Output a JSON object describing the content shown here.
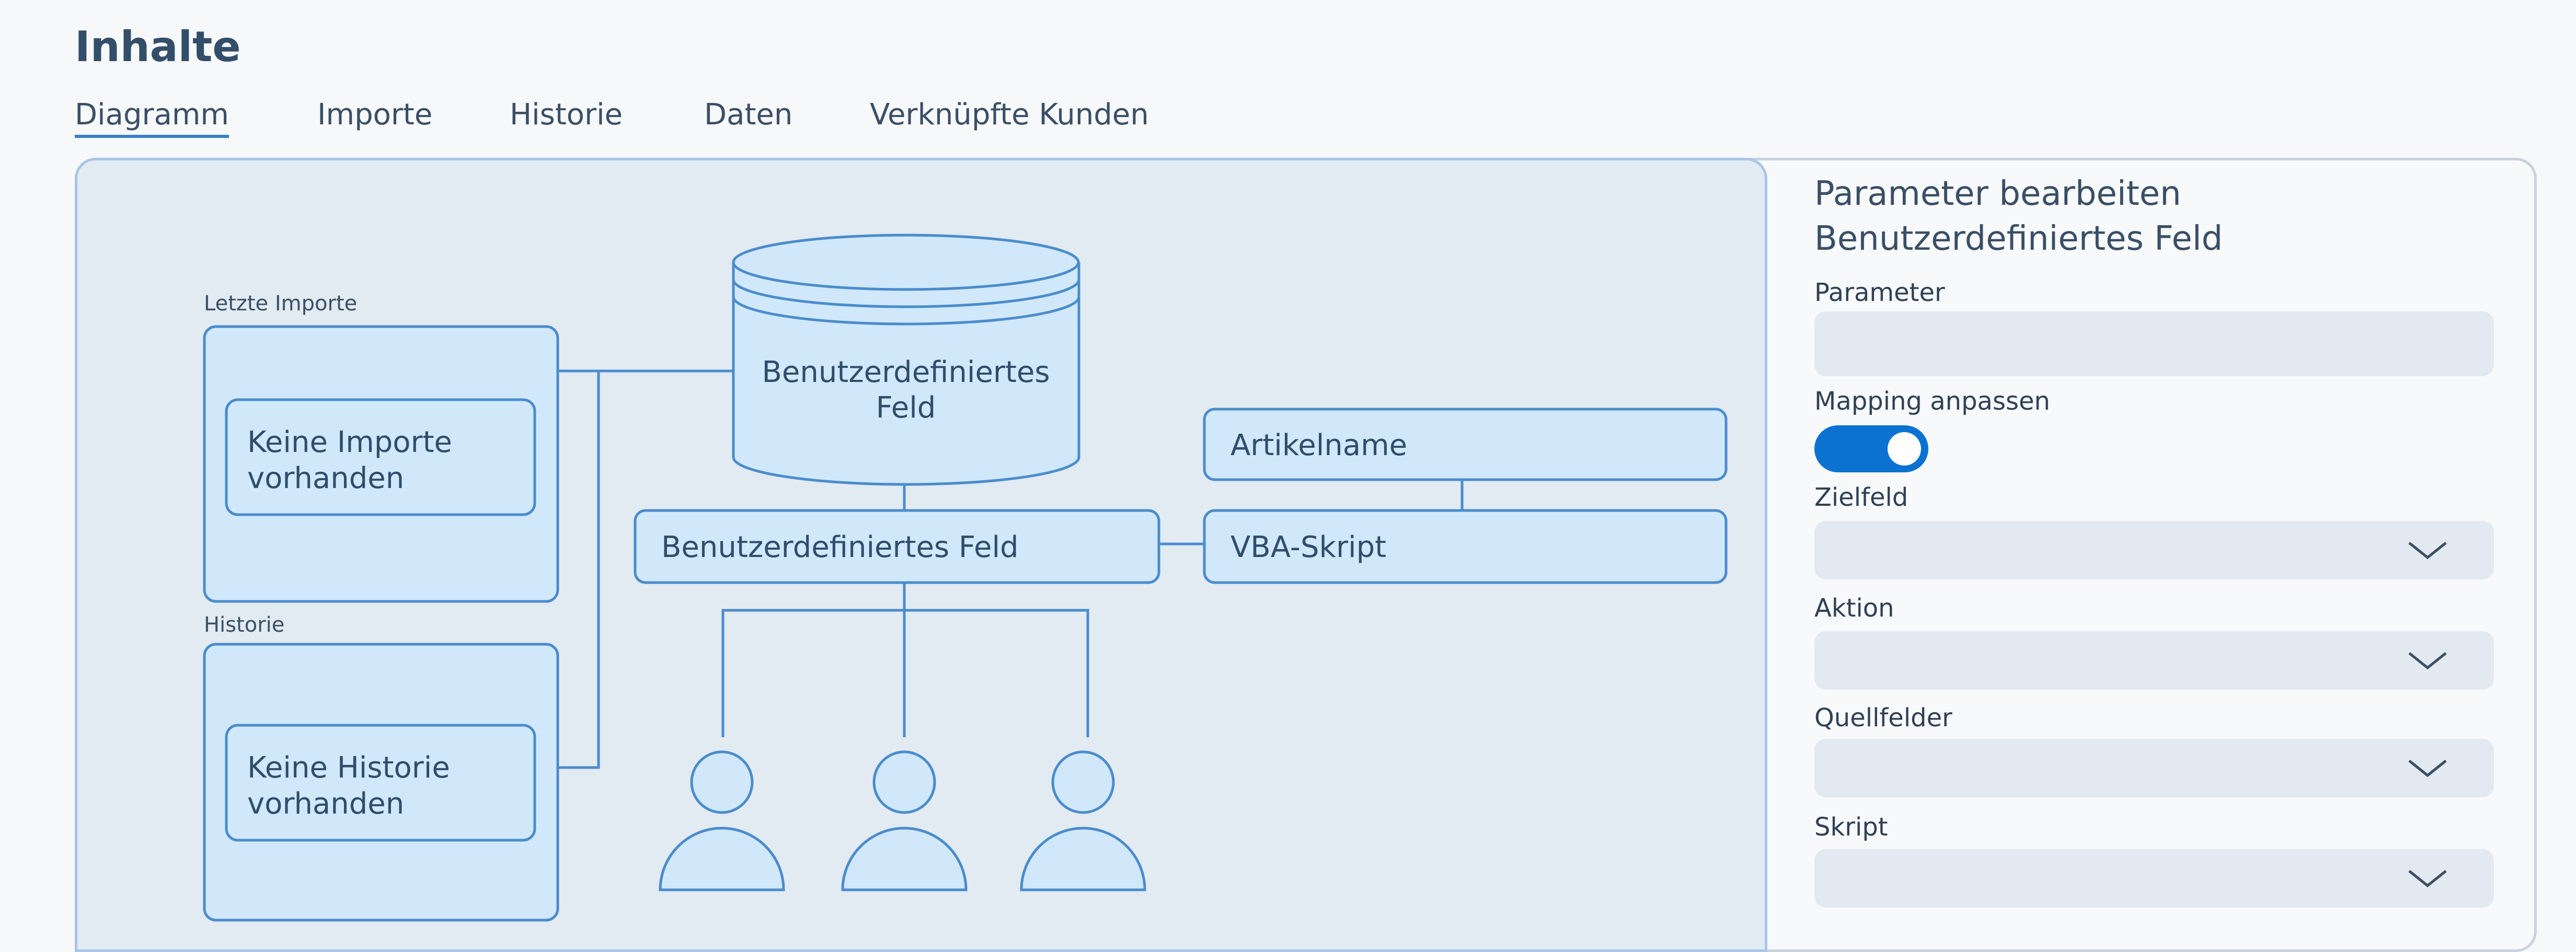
{
  "header": {
    "title": "Inhalte"
  },
  "tabs": [
    {
      "label": "Diagramm",
      "active": true
    },
    {
      "label": "Importe",
      "active": false
    },
    {
      "label": "Historie",
      "active": false
    },
    {
      "label": "Daten",
      "active": false
    },
    {
      "label": "Verknüpfte Kunden",
      "active": false
    }
  ],
  "diagram": {
    "imports_section_label": "Letzte Importe",
    "imports_empty_line1": "Keine Importe",
    "imports_empty_line2": "vorhanden",
    "history_section_label": "Historie",
    "history_empty_line1": "Keine Historie",
    "history_empty_line2": "vorhanden",
    "database_label_line1": "Benutzerdefiniertes",
    "database_label_line2": "Feld",
    "field_box_label": "Benutzerdefiniertes Feld",
    "article_box_label": "Artikelname",
    "script_box_label": "VBA-Skript",
    "user_icon_count": "3"
  },
  "side_panel": {
    "title_line1": "Parameter bearbeiten",
    "title_line2": "Benutzerdefiniertes Feld",
    "parameter_label": "Parameter",
    "parameter_value": "",
    "mapping_label": "Mapping anpassen",
    "mapping_enabled": "true",
    "target_label": "Zielfeld",
    "target_value": "",
    "action_label": "Aktion",
    "action_value": "",
    "source_label": "Quellfelder",
    "source_value": "",
    "script_label": "Skript",
    "script_value": ""
  },
  "colors": {
    "accent": "#0b72d2",
    "diagram_stroke": "#4a8ccc",
    "diagram_fill": "#d0e8fa",
    "panel_bg": "#e2eaf2"
  }
}
